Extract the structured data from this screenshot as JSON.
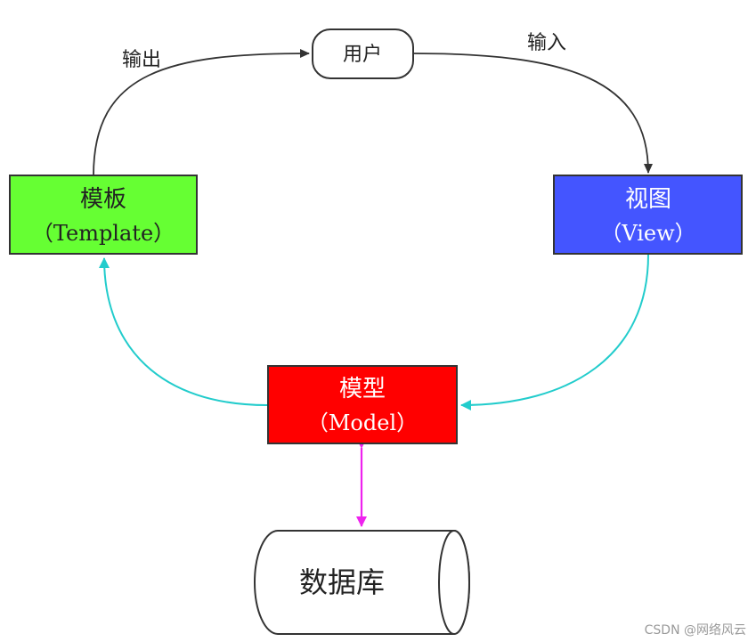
{
  "nodes": {
    "user": {
      "label": "用户"
    },
    "template": {
      "title": "模板",
      "subtitle": "（Template）"
    },
    "view": {
      "title": "视图",
      "subtitle": "（View）"
    },
    "model": {
      "title": "模型",
      "subtitle": "（Model）"
    },
    "database": {
      "label": "数据库"
    }
  },
  "edges": {
    "template_to_user": {
      "label": "输出"
    },
    "user_to_view": {
      "label": "输入"
    }
  },
  "colors": {
    "template_fill": "#66ff33",
    "view_fill": "#4455ff",
    "model_fill": "#ff0000",
    "cyan_arrow": "#22cccc",
    "magenta_arrow": "#ee22ee",
    "dark_arrow": "#333333"
  },
  "watermark": "CSDN @网络风云"
}
